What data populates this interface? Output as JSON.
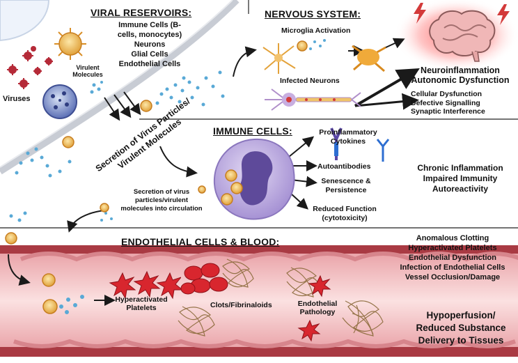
{
  "viral_reservoirs": {
    "title": "VIRAL RESERVOIRS:",
    "items": [
      "Immune Cells (B-",
      "cells, monocytes)",
      "Neurons",
      "Glial Cells",
      "Endothelial Cells"
    ],
    "viruses_label": "Viruses",
    "virulent_molecules_label_1": "Virulent",
    "virulent_molecules_label_2": "Molecules",
    "secretion_label_1": "Secretion of Virus Particles/",
    "secretion_label_2": "Virulent Molecules"
  },
  "nervous_system": {
    "title": "NERVOUS SYSTEM:",
    "microglia": "Microglia Activation",
    "infected_neurons": "Infected Neurons",
    "outcome_major_1": "Neuroinflammation",
    "outcome_major_2": "Autonomic Dysfunction",
    "outcome_minor": [
      "Cellular Dysfunction",
      "Defective Signalling",
      "Synaptic Interference"
    ]
  },
  "immune_cells": {
    "title": "IMMUNE CELLS:",
    "cytokines_1": "Proinflammatory",
    "cytokines_2": "Cytokines",
    "autoantibodies": "Autoantibodies",
    "senescence_1": "Senescence &",
    "senescence_2": "Persistence",
    "reduced_1": "Reduced Function",
    "reduced_2": "(cytotoxicity)",
    "circulation": [
      "Secretion of virus",
      "particles/virulent",
      "molecules into circulation"
    ],
    "outcomes": [
      "Chronic Inflammation",
      "Impaired Immunity",
      "Autoreactivity"
    ]
  },
  "endothelial": {
    "title": "ENDOTHELIAL CELLS & BLOOD:",
    "outcomes": [
      "Anomalous Clotting",
      "Hyperactivated Platelets",
      "Endothelial Dysfunction",
      "Infection of Endothelial Cells",
      "Vessel Occlusion/Damage"
    ],
    "platelets_1": "Hyperactivated",
    "platelets_2": "Platelets",
    "clots": "Clots/Fibrinaloids",
    "pathology_1": "Endothelial",
    "pathology_2": "Pathology",
    "hypo": [
      "Hypoperfusion/",
      "Reduced Substance",
      "Delivery to Tissues"
    ]
  },
  "colors": {
    "virus_orange": "#e3a23a",
    "virus_red": "#b52a38",
    "molecule_blue": "#59a9d6",
    "platelet_red": "#d8262e",
    "vessel_pink": "#f6c9c9",
    "vessel_wall": "#c65b62",
    "immune_purple": "#b7a3d8"
  },
  "icons": [
    "virus-icon",
    "neuron-icon",
    "microglia-icon",
    "brain-icon",
    "antibody-icon",
    "immune-cell-icon",
    "platelet-icon",
    "clot-icon",
    "blood-vessel-icon"
  ]
}
